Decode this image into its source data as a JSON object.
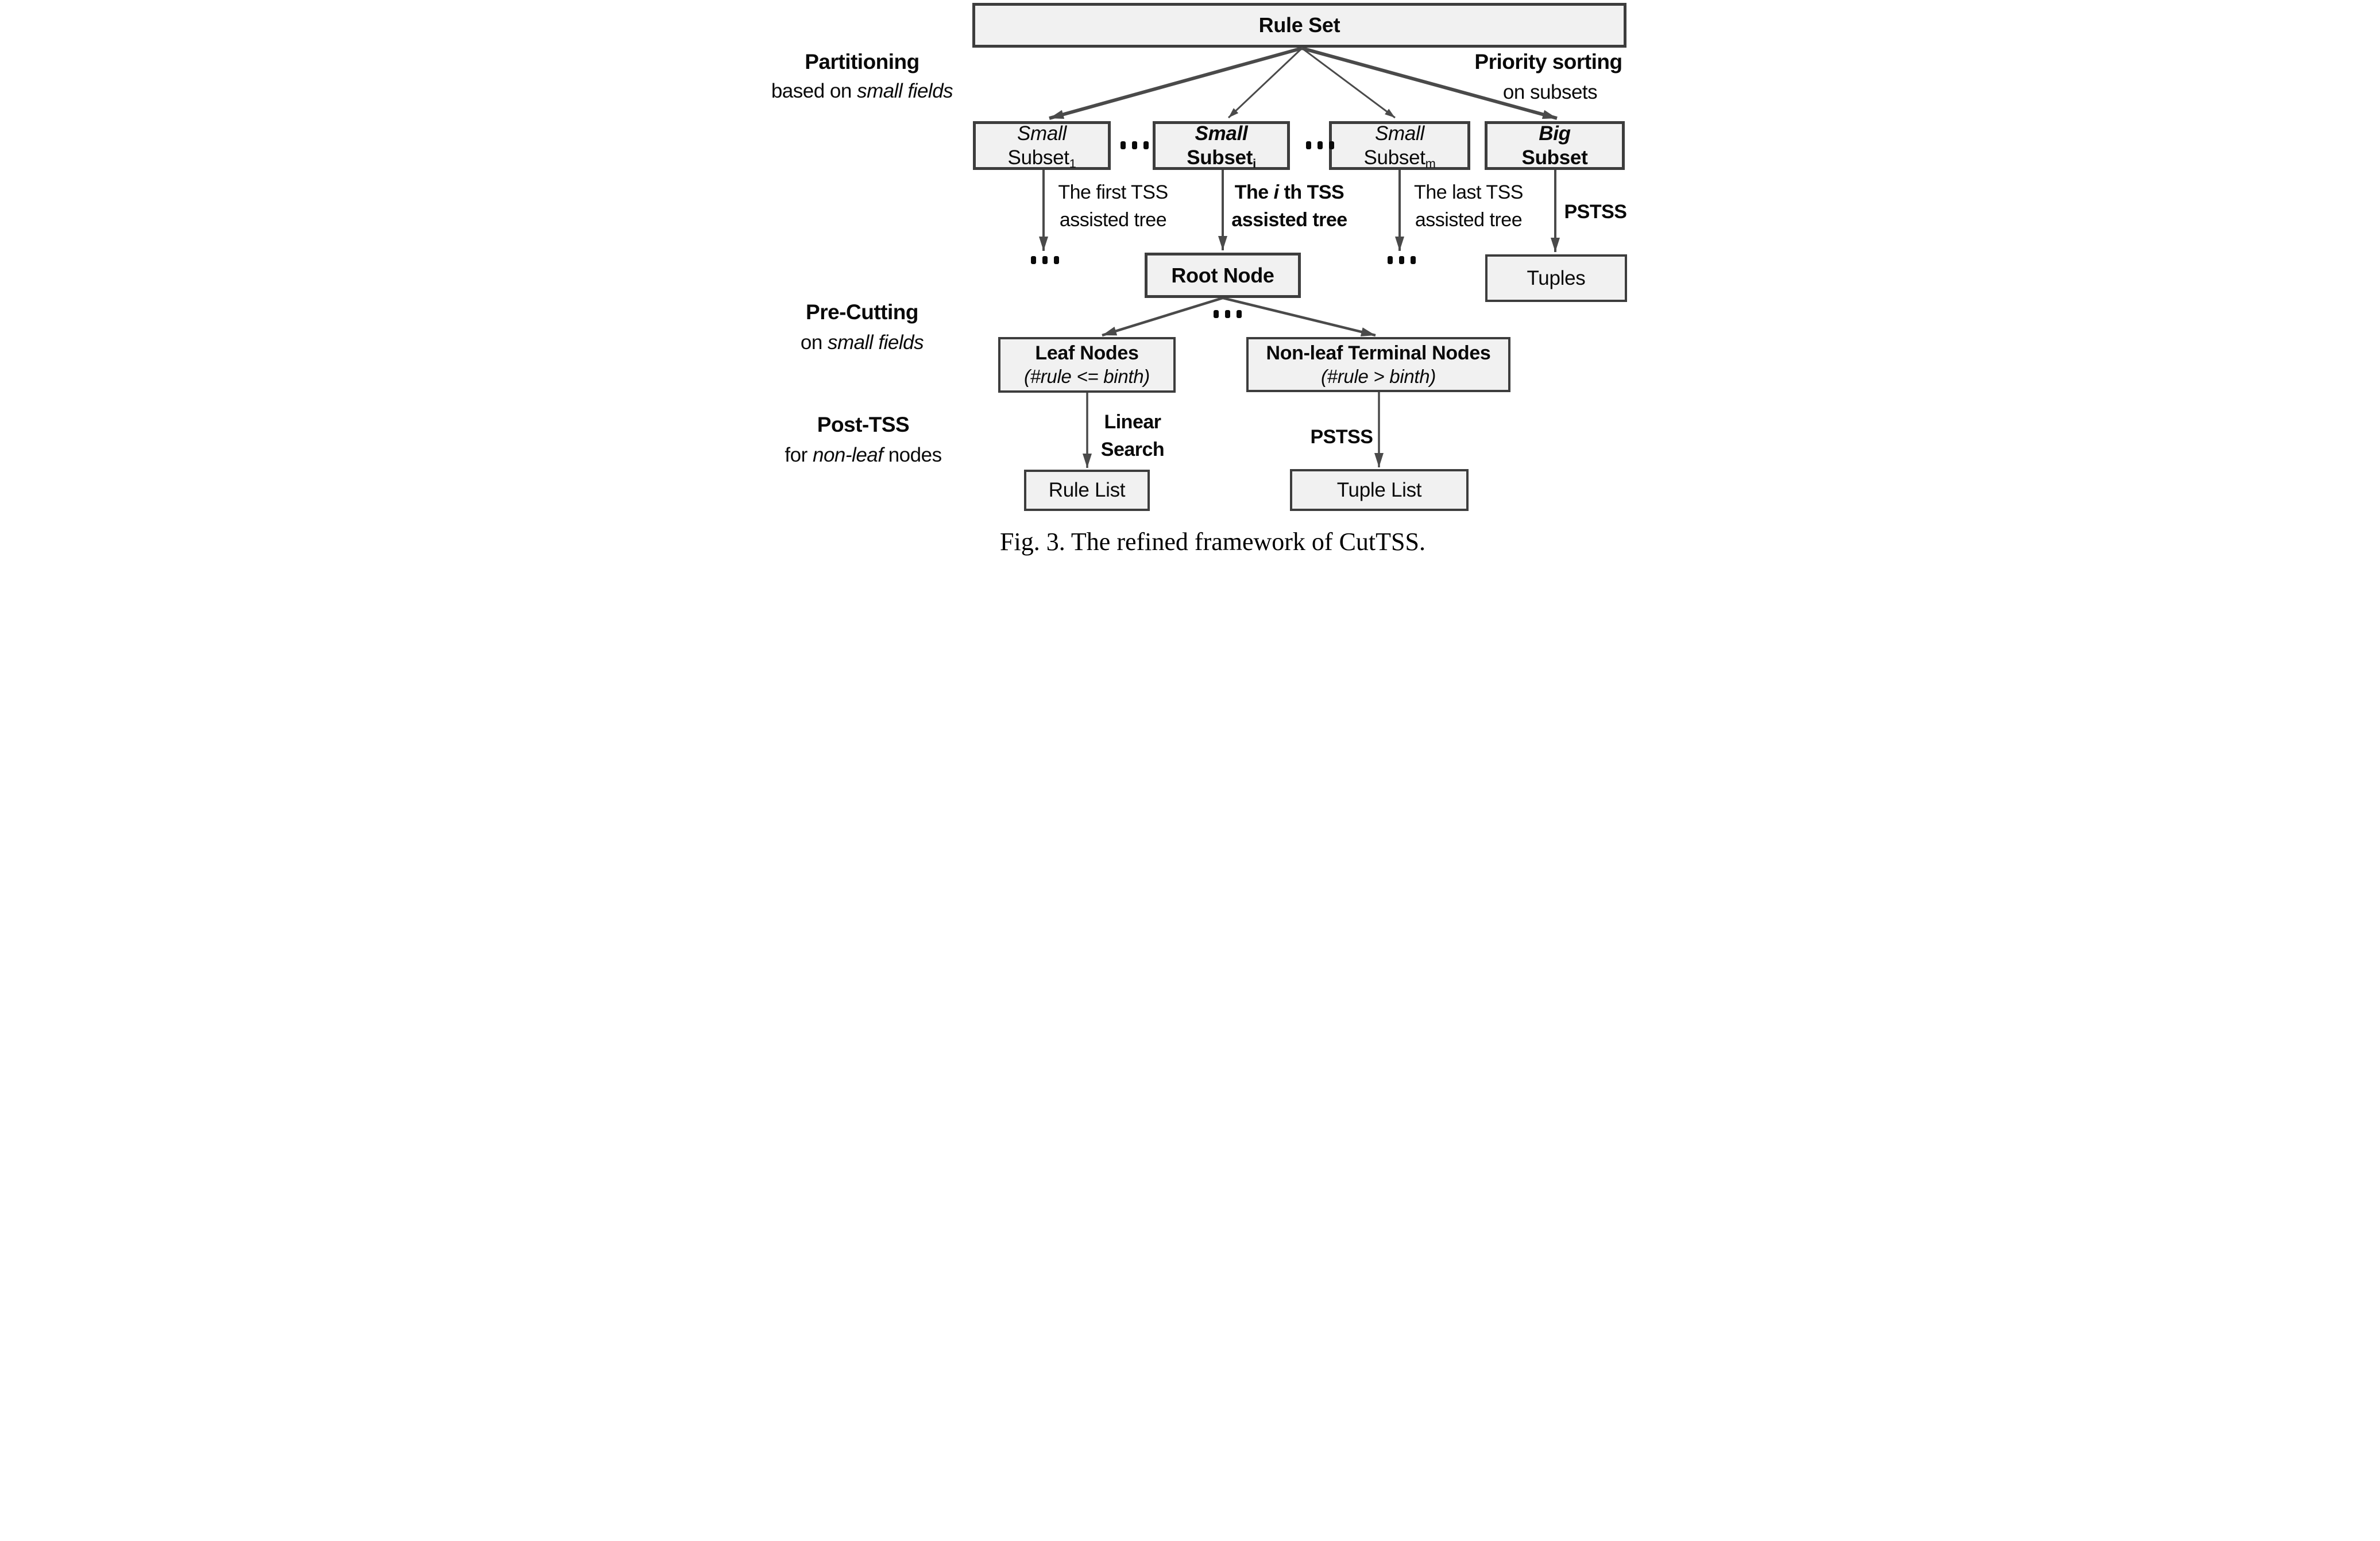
{
  "figure_caption": "Fig. 3. The refined framework of CutTSS.",
  "colors": {
    "box_fill": "#f1f1f1",
    "box_border": "#3d3d3d",
    "arrow": "#4a4a4a",
    "text": "#0a0a0a"
  },
  "side_labels": {
    "partitioning": {
      "title": "Partitioning",
      "sub_prefix": "based on ",
      "sub_italic": "small fields"
    },
    "priority_sorting": {
      "title": "Priority sorting",
      "sub": "on subsets"
    },
    "pre_cutting": {
      "title": "Pre-Cutting",
      "sub_prefix": "on ",
      "sub_italic": "small fields"
    },
    "post_tss": {
      "title": "Post-TSS",
      "sub_prefix": "for ",
      "sub_italic": "non-leaf",
      "sub_suffix": " nodes"
    }
  },
  "boxes": {
    "rule_set": {
      "label": "Rule Set"
    },
    "small_subset_1": {
      "line1": "Small",
      "line2": "Subset",
      "subscript": "1"
    },
    "small_subset_i": {
      "line1": "Small",
      "line2": "Subset",
      "subscript": "i"
    },
    "small_subset_m": {
      "line1": "Small",
      "line2": "Subset",
      "subscript": "m"
    },
    "big_subset": {
      "line1": "Big",
      "line2": "Subset"
    },
    "root_node": {
      "label": "Root Node"
    },
    "tuples": {
      "label": "Tuples"
    },
    "leaf_nodes": {
      "line1": "Leaf Nodes",
      "line2": "(#rule <= binth)"
    },
    "non_leaf_terminal_nodes": {
      "line1": "Non-leaf Terminal Nodes",
      "line2": "(#rule > binth)"
    },
    "rule_list": {
      "label": "Rule List"
    },
    "tuple_list": {
      "label": "Tuple List"
    }
  },
  "edge_labels": {
    "first_tss": {
      "line1": "The first TSS",
      "line2": "assisted tree"
    },
    "ith_tss": {
      "line1_prefix": "The ",
      "line1_italic": "i",
      "line1_suffix": " th TSS",
      "line2": "assisted tree"
    },
    "last_tss": {
      "line1": "The last TSS",
      "line2": "assisted tree"
    },
    "pstss_big_subset": "PSTSS",
    "linear_search": {
      "line1": "Linear",
      "line2": "Search"
    },
    "pstss_non_leaf": "PSTSS"
  }
}
